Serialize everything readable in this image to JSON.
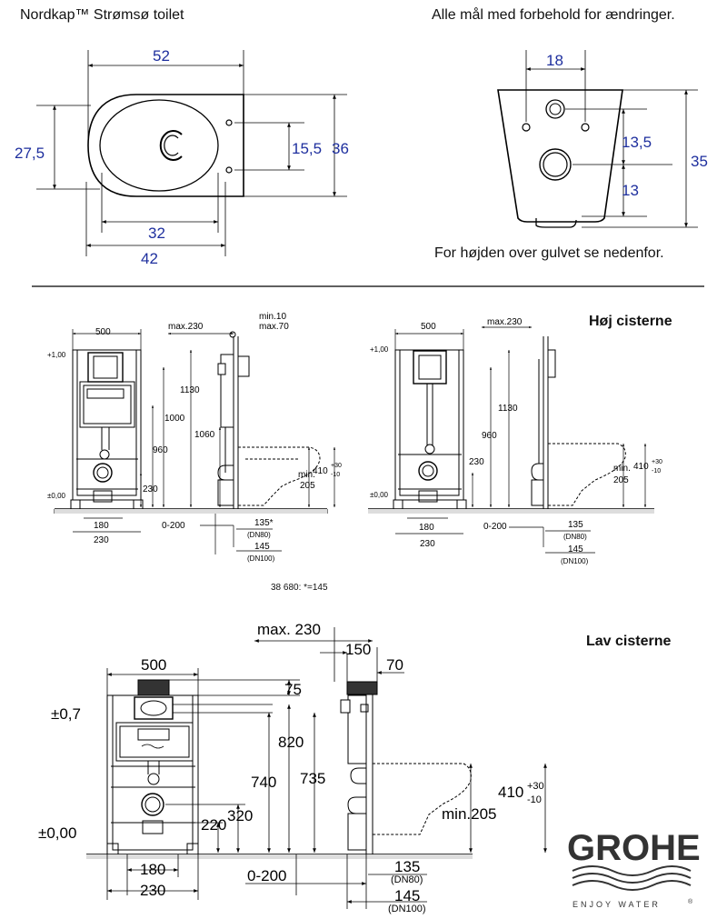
{
  "header": {
    "left": "Nordkap™  Strømsø toilet",
    "right": "Alle mål med forbehold for ændringer."
  },
  "top_left_dims": {
    "d52": "52",
    "d27_5": "27,5",
    "d15_5": "15,5",
    "d36": "36",
    "d32": "32",
    "d42": "42"
  },
  "top_right_dims": {
    "d18": "18",
    "d13_5": "13,5",
    "d35": "35",
    "d13": "13"
  },
  "floor_note": "For højden over gulvet se nedenfor.",
  "high": {
    "title": "Høj cisterne",
    "left": {
      "w500": "500",
      "max230": "max.230",
      "min10": "min.10",
      "max70": "max.70",
      "plus100": "+1,00",
      "zero": "±0,00",
      "h1130": "1130",
      "h1000": "1000",
      "h960": "960",
      "h1060": "1060",
      "h230": "230",
      "min205": "min.",
      "v205": "205",
      "v410": "410",
      "sup": "+30",
      "sub": "-10",
      "b180": "180",
      "b230": "230",
      "b0200": "0-200",
      "b135": "135*",
      "dn80": "(DN80)",
      "b145": "145",
      "dn100": "(DN100)"
    },
    "right": {
      "w500": "500",
      "max230": "max.230",
      "plus100": "+1,00",
      "zero": "±0,00",
      "h1130": "1130",
      "h960": "960",
      "h230": "230",
      "min205": "min.",
      "v205": "205",
      "v410": "410",
      "sup": "+30",
      "sub": "-10",
      "b180": "180",
      "b230": "230",
      "b0200": "0-200",
      "b135": "135",
      "dn80": "(DN80)",
      "b145": "145",
      "dn100": "(DN100)"
    },
    "footnote": "38 680: *=145"
  },
  "low": {
    "title": "Lav cisterne",
    "max230": "max. 230",
    "w500": "500",
    "d150": "150",
    "d70": "70",
    "d75": "75",
    "plus07": "±0,7",
    "zero": "±0,00",
    "h820": "820",
    "h740": "740",
    "h735": "735",
    "h320": "320",
    "h220": "220",
    "v410": "410",
    "sup": "+30",
    "sub": "-10",
    "min205": "min.205",
    "b180": "180",
    "b230": "230",
    "b0200": "0-200",
    "b135": "135",
    "dn80": "(DN80)",
    "b145": "145",
    "dn100": "(DN100)"
  },
  "brand": {
    "name": "GROHE",
    "tagline": "ENJOY WATER",
    "reg": "®",
    "label_on_panel": "GROHE"
  },
  "colors": {
    "dimension_blue": "#1e2f9e",
    "line": "#000000"
  }
}
